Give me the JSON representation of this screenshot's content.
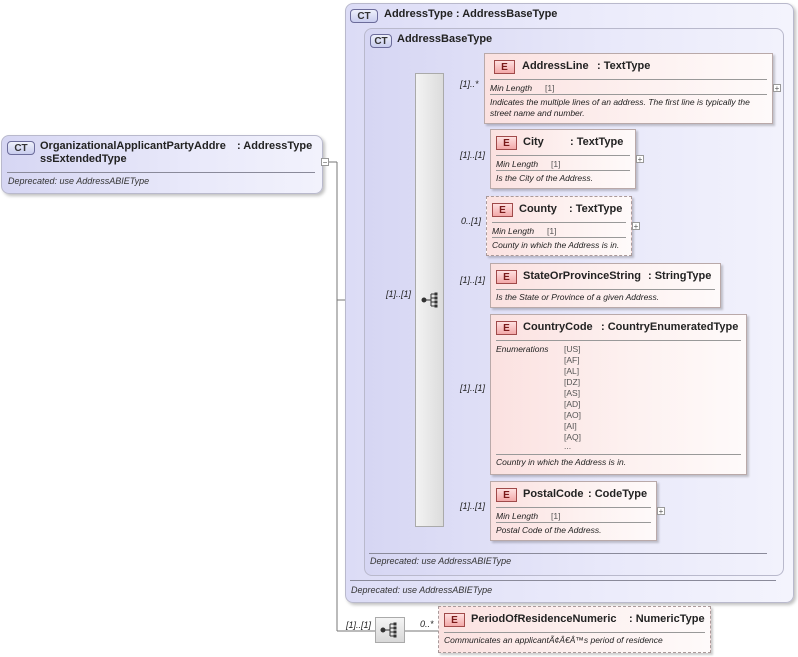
{
  "root": {
    "badge": "CT",
    "name": "OrganizationalApplicantPartyAddre ssExtendedType",
    "type": ": AddressType",
    "doc": "Deprecated: use AddressABIEType",
    "collapse": "−"
  },
  "address_type": {
    "badge": "CT",
    "title": "AddressType : AddressBaseType",
    "doc": "Deprecated: use AddressABIEType"
  },
  "address_base": {
    "badge": "CT",
    "title": "AddressBaseType",
    "doc": "Deprecated: use AddressABIEType"
  },
  "sequence_card": "[1]..[1]",
  "elements": [
    {
      "badge": "E",
      "name": "AddressLine",
      "type": ": TextType",
      "card": "[1]..*",
      "facet": "Min Length",
      "facet_val": "[1]",
      "doc": "Indicates the multiple lines of an address. The first line is typically the street name and number."
    },
    {
      "badge": "E",
      "name": "City",
      "type": ": TextType",
      "card": "[1]..[1]",
      "facet": "Min Length",
      "facet_val": "[1]",
      "doc": "Is the City of the Address."
    },
    {
      "badge": "E",
      "name": "County",
      "type": ": TextType",
      "card": "0..[1]",
      "facet": "Min Length",
      "facet_val": "[1]",
      "doc": "County in which the Address is in."
    },
    {
      "badge": "E",
      "name": "StateOrProvinceString",
      "type": ": StringType",
      "card": "[1]..[1]",
      "doc": "Is the State or Province of a given Address."
    },
    {
      "badge": "E",
      "name": "CountryCode",
      "type": ": CountryEnumeratedType",
      "card": "[1]..[1]",
      "facet": "Enumerations",
      "enums": [
        "[US]",
        "[AF]",
        "[AL]",
        "[DZ]",
        "[AS]",
        "[AD]",
        "[AO]",
        "[AI]",
        "[AQ]",
        "..."
      ],
      "doc": "Country in which the Address is in."
    },
    {
      "badge": "E",
      "name": "PostalCode",
      "type": ": CodeType",
      "card": "[1]..[1]",
      "facet": "Min Length",
      "facet_val": "[1]",
      "doc": "Postal Code of the Address."
    }
  ],
  "bottom": {
    "seq_card": "[1]..[1]",
    "card": "0..*",
    "badge": "E",
    "name": "PeriodOfResidenceNumeric",
    "type": ": NumericType",
    "doc": "Communicates an applicantÃ¢Â€Â™s period of residence"
  },
  "plus_symbol": "+"
}
